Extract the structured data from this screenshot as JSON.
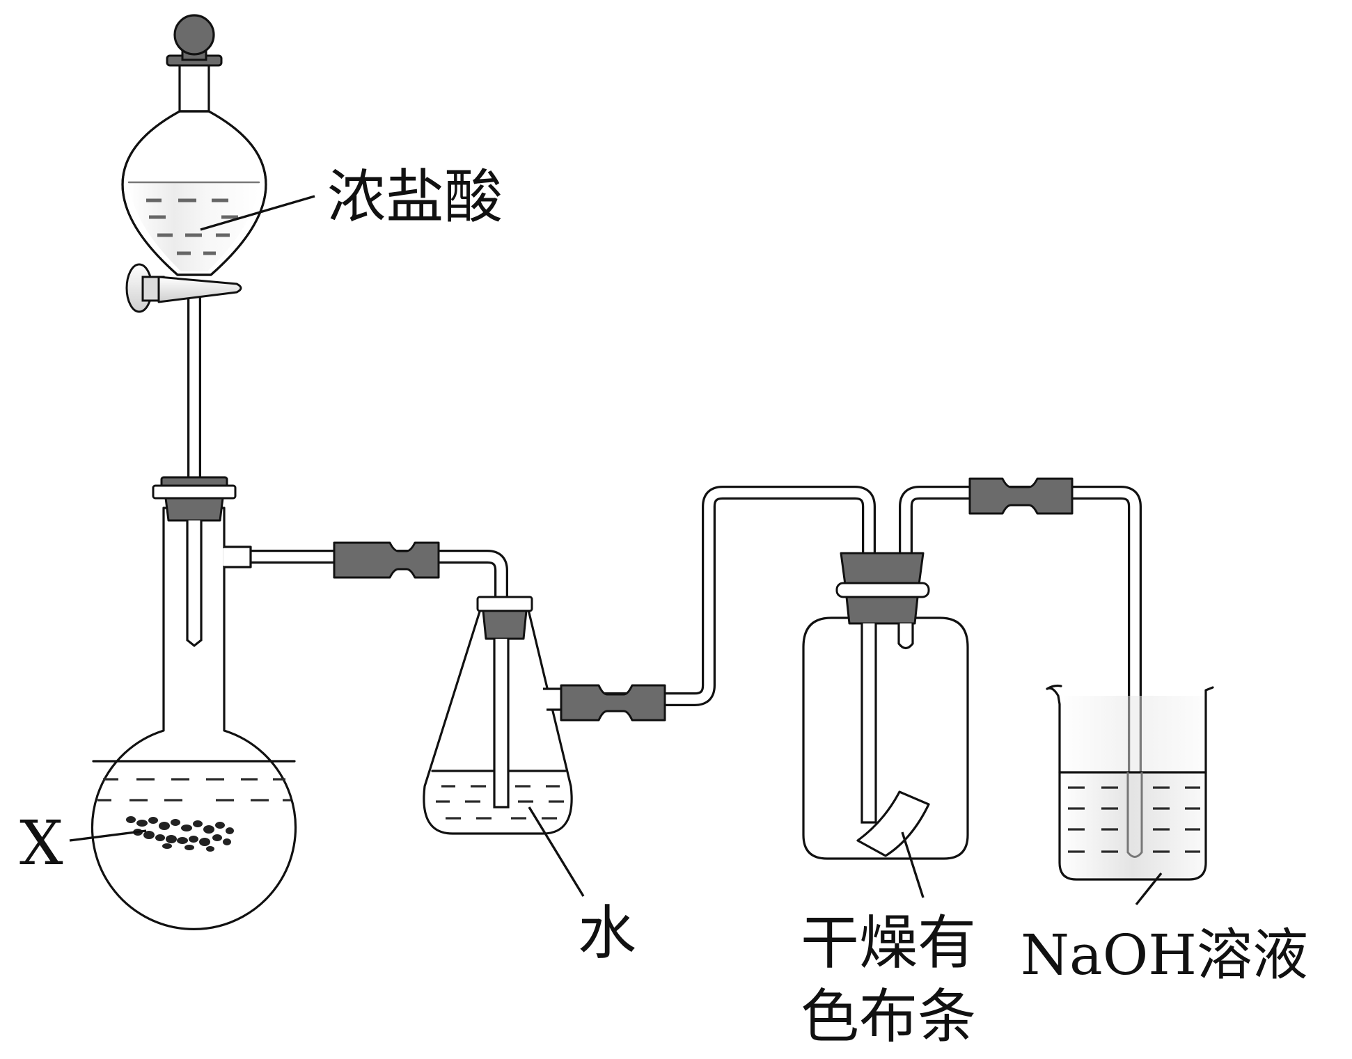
{
  "labels": {
    "concentrated_hcl": "浓盐酸",
    "reagent_x": "X",
    "water": "水",
    "dry_cloth_line1": "干燥有",
    "dry_cloth_line2": "色布条",
    "naoh_solution": "NaOH溶液"
  },
  "colors": {
    "outline": "#111111",
    "rubber": "#6b6b6b",
    "liquid_lines": "#2a2a2a",
    "background": "#ffffff"
  }
}
